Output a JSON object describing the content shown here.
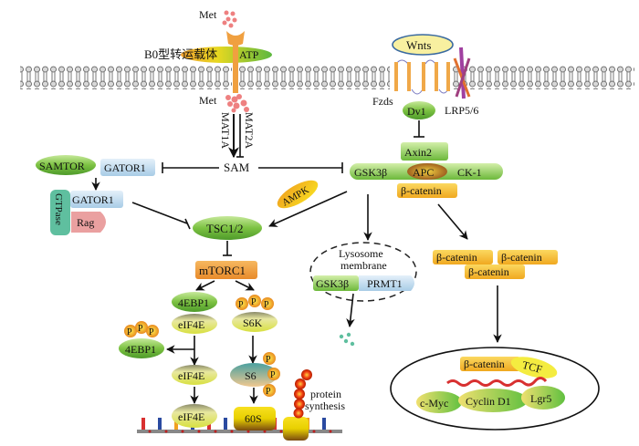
{
  "extracellular": {
    "met_top": "Met",
    "transporter": "B0型转运载体",
    "atp": "ATP",
    "wnts": "Wnts",
    "fzds": "Fzds",
    "lrp": "LRP5/6"
  },
  "methionine": {
    "met_inside": "Met",
    "mat1a": "MAT1A",
    "mat2a": "MAT2A",
    "sam": "SAM"
  },
  "mtor": {
    "samtor": "SAMTOR",
    "gator1_a": "GATOR1",
    "gator1_b": "GATOR1",
    "gtpase": "GTPase",
    "rag": "Rag",
    "ampk": "AMPK",
    "tsc": "TSC1/2",
    "mtorc1": "mTORC1",
    "ebp1_a": "4EBP1",
    "eif4e_a": "eIF4E",
    "ebp1_b": "4EBP1",
    "eif4e_b": "eIF4E",
    "eif4e_c": "eIF4E",
    "s6k": "S6K",
    "s6": "S6",
    "ribo60s": "60S",
    "p": "P",
    "protein_synthesis_1": "protein",
    "protein_synthesis_2": "synthesis"
  },
  "wnt": {
    "dv1": "Dv1",
    "axin2": "Axin2",
    "gsk3b": "GSK3β",
    "apc": "APC",
    "ck1": "CK-1",
    "bcatenin": "β-catenin",
    "lysosome_1": "Lysosome",
    "lysosome_2": "membrane",
    "gsk3b_lyso": "GSK3β",
    "prmt1": "PRMT1",
    "bcat_1": "β-catenin",
    "bcat_2": "β-catenin",
    "bcat_3": "β-catenin"
  },
  "nucleus": {
    "bcatenin": "β-catenin",
    "tcf": "TCF",
    "cmyc": "c-Myc",
    "cyclin": "Cyclin D1",
    "lgr5": "Lgr5"
  },
  "colors": {
    "green": "#7cc242",
    "orange": "#f0a030",
    "yellow": "#f5c800",
    "blue_light": "#c8e0f0",
    "salmon": "#ee8888",
    "teal": "#5fbf9f"
  }
}
